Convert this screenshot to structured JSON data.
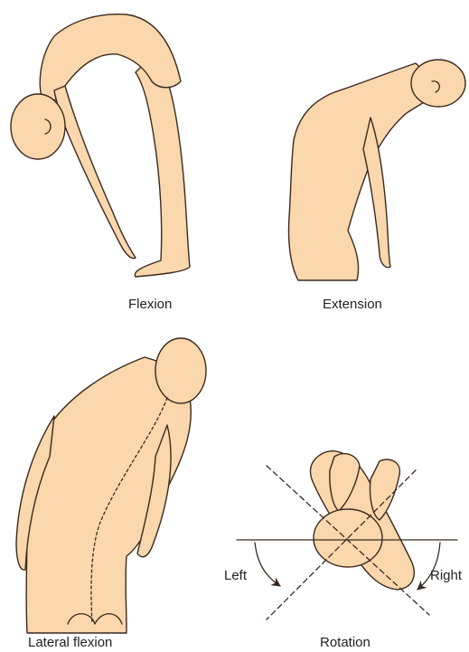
{
  "colors": {
    "skin": "#fad7ac",
    "outline": "#3a2a1f",
    "text": "#222222"
  },
  "captions": {
    "flexion": "Flexion",
    "extension": "Extension",
    "lateral_flexion": "Lateral flexion",
    "rotation": "Rotation"
  },
  "rotation_labels": {
    "left": "Left",
    "right": "Right"
  }
}
